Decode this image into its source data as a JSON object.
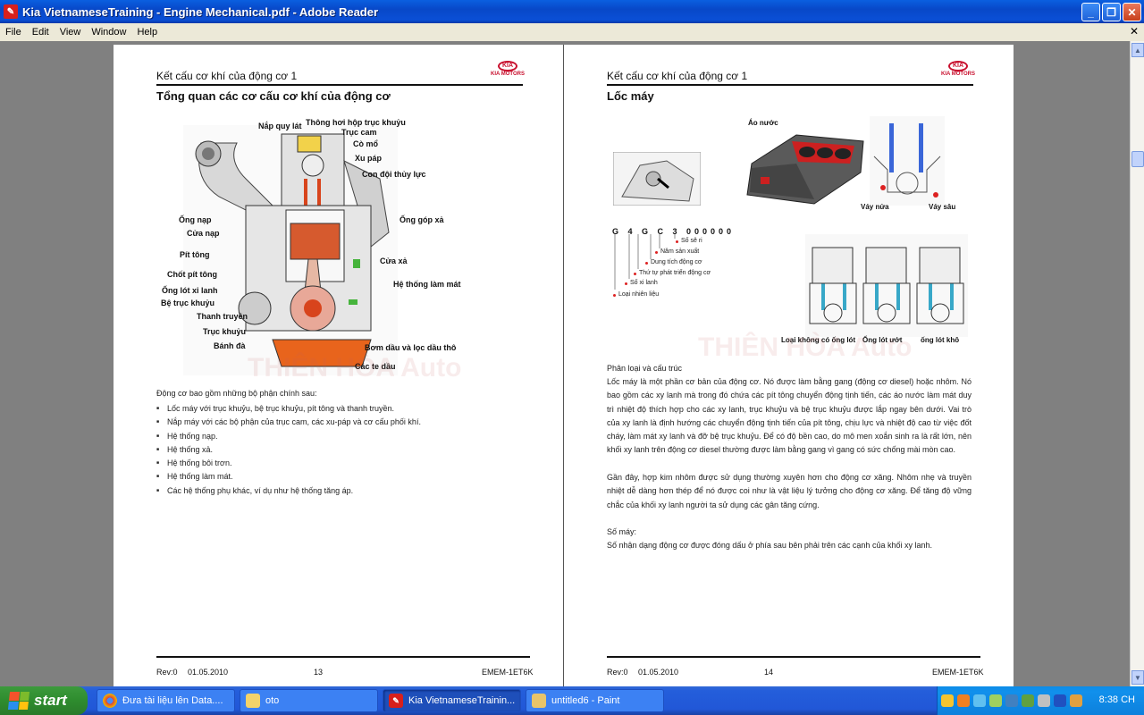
{
  "window": {
    "title": "Kia VietnameseTraining - Engine Mechanical.pdf - Adobe Reader"
  },
  "menu": [
    "File",
    "Edit",
    "View",
    "Window",
    "Help"
  ],
  "left_page": {
    "header": "Kết cấu cơ khí của động cơ 1",
    "logo": "KIA",
    "logo_text": "KIA MOTORS",
    "subtitle": "Tổng quan các cơ cấu cơ khí của động cơ",
    "labels": [
      "Nắp quy lát",
      "Thông hơi hộp trục khuỷu",
      "Trục cam",
      "Cò mổ",
      "Xu páp",
      "Con đội thủy lực",
      "Ống nạp",
      "Cửa nạp",
      "Ống góp xả",
      "Pít tông",
      "Cửa xả",
      "Chốt pít tông",
      "Ống lót xi lanh",
      "Hệ thống làm mát",
      "Bệ trục khuỷu",
      "Thanh truyền",
      "Trục khuỷu",
      "Bánh đà",
      "Bơm dầu và lọc dầu thô",
      "Các te dầu"
    ],
    "intro": "Động cơ bao gồm những bộ phận chính sau:",
    "bullets": [
      "Lốc máy với trục khuỷu, bệ trục khuỷu, pít tông và thanh truyền.",
      "Nắp máy với các bộ phận của trục cam, các xu-páp và cơ cấu phối khí.",
      "Hệ thống nạp.",
      "Hệ thống xả.",
      "Hệ thống bôi trơn.",
      "Hệ thống làm mát.",
      "Các hệ thống phụ khác, ví dụ như hệ thống tăng áp."
    ],
    "footer": {
      "rev": "Rev:0",
      "date": "01.05.2010",
      "page": "13",
      "code": "EMEM-1ET6K"
    }
  },
  "right_page": {
    "header": "Kết cấu cơ khí của động cơ 1",
    "logo": "KIA",
    "logo_text": "KIA MOTORS",
    "subtitle": "Lốc máy",
    "fig_labels": {
      "ao_nuoc": "Áo nước",
      "vay_nua": "Váy nửa",
      "vay_sau": "Váy sâu",
      "khong_ong_lot": "Loại không có ống lót",
      "ong_lot_uot": "Ống lót ướt",
      "ong_lot_kho": "ống lót khô"
    },
    "code": "G 4 G C 3 000000",
    "code_labels": [
      "Số sê ri",
      "Năm sản xuất",
      "Dung tích động cơ",
      "Thứ tự phát triển động cơ",
      "Số xi lanh",
      "Loại nhiên liệu"
    ],
    "section1": "Phân loại và cấu trúc",
    "para1": "Lốc máy là một phần cơ bản của động cơ. Nó được làm bằng gang (động cơ diesel) hoặc nhôm. Nó bao gồm các xy lanh mà trong đó chứa các pít tông chuyển động tịnh tiến, các áo nước làm mát duy trì nhiệt độ thích hợp cho các xy lanh, trục khuỷu và bệ trục khuỷu được lắp ngay bên dưới. Vai trò của xy lanh là định hướng các chuyển động tịnh tiến của pít tông, chịu lực và nhiệt độ cao từ việc đốt cháy, làm mát xy lanh và đỡ bệ trục khuỷu. Để có độ bền cao, do mô men xoắn sinh ra là rất lớn, nên khối xy lanh trên động cơ diesel thường được làm bằng gang vì gang có sức chống mài mòn cao.",
    "para2": "Gần đây, hợp kim nhôm được sử dụng thường xuyên hơn cho động cơ xăng. Nhôm nhẹ và truyền nhiệt dễ dàng hơn thép để nó được coi như là vật liệu lý tưởng cho động cơ xăng. Để tăng độ vững chắc của khối xy lanh người ta sử dụng các gân tăng cứng.",
    "section2": "Số máy:",
    "para3": "Số nhận dạng động cơ được đóng dấu ở phía sau bên phải trên các cạnh của khối xy lanh.",
    "footer": {
      "rev": "Rev:0",
      "date": "01.05.2010",
      "page": "14",
      "code": "EMEM-1ET6K"
    }
  },
  "watermark": "THIÊN HÒA Auto",
  "taskbar": {
    "start": "start",
    "tasks": [
      "Đưa tài liệu lên Data....",
      "oto",
      "Kia VietnameseTrainin...",
      "untitled6 - Paint"
    ],
    "clock": "8:38 CH"
  }
}
